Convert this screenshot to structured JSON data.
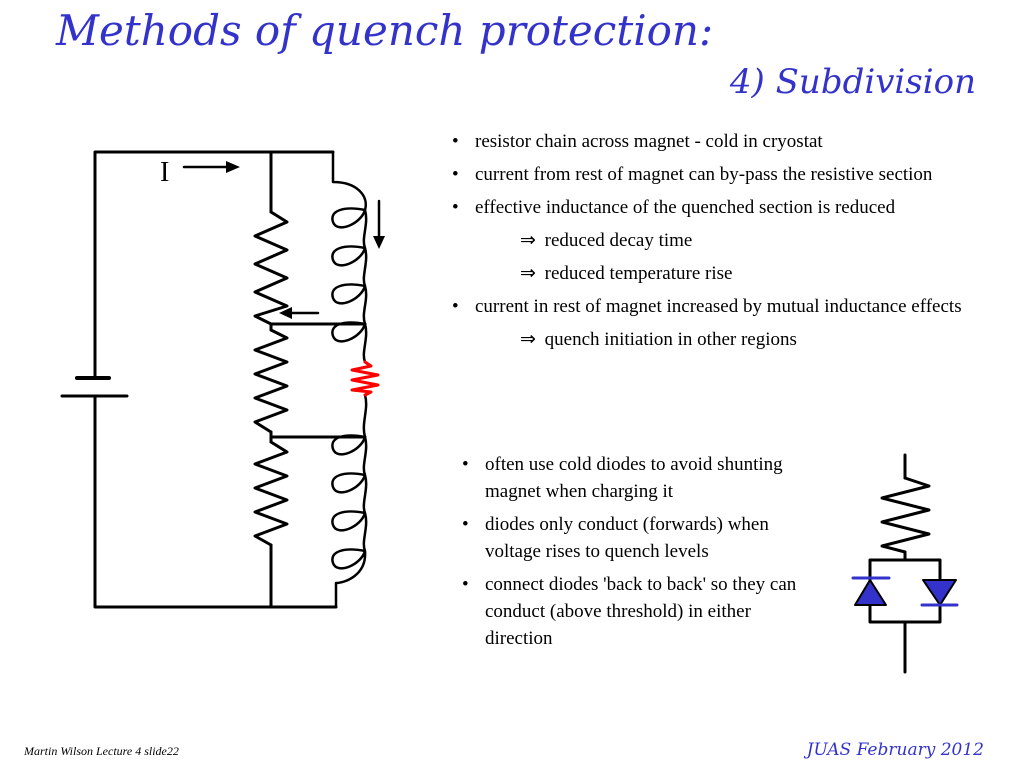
{
  "title": "Methods of quench protection:",
  "subtitle": "4) Subdivision",
  "circuit": {
    "current_label": "I"
  },
  "bullets_main": [
    {
      "kind": "bullet",
      "text": "resistor chain across magnet - cold in cryostat"
    },
    {
      "kind": "bullet",
      "text": "current from rest of magnet can by-pass the resistive section"
    },
    {
      "kind": "bullet",
      "text": "effective inductance of the quenched section is reduced"
    },
    {
      "kind": "sub",
      "arrow": "⇒",
      "text": "reduced decay time"
    },
    {
      "kind": "sub",
      "arrow": "⇒",
      "text": "reduced temperature rise"
    },
    {
      "kind": "bullet",
      "text": "current in rest of magnet increased by mutual inductance effects"
    },
    {
      "kind": "sub",
      "arrow": "⇒",
      "text": "quench initiation in other regions"
    }
  ],
  "bullets_diode": [
    {
      "kind": "bullet",
      "text": "often use cold diodes to avoid shunting magnet when charging it"
    },
    {
      "kind": "bullet",
      "text": "diodes only conduct (forwards) when voltage rises to quench levels"
    },
    {
      "kind": "bullet",
      "text": "connect diodes 'back to back' so they can conduct (above threshold) in either direction"
    }
  ],
  "footer": {
    "left": "Martin Wilson Lecture 4 slide22",
    "right": "JUAS February 2012"
  },
  "colors": {
    "title": "#3333cc",
    "quench_resistor": "#ff0000",
    "diode_fill": "#3333cc"
  }
}
